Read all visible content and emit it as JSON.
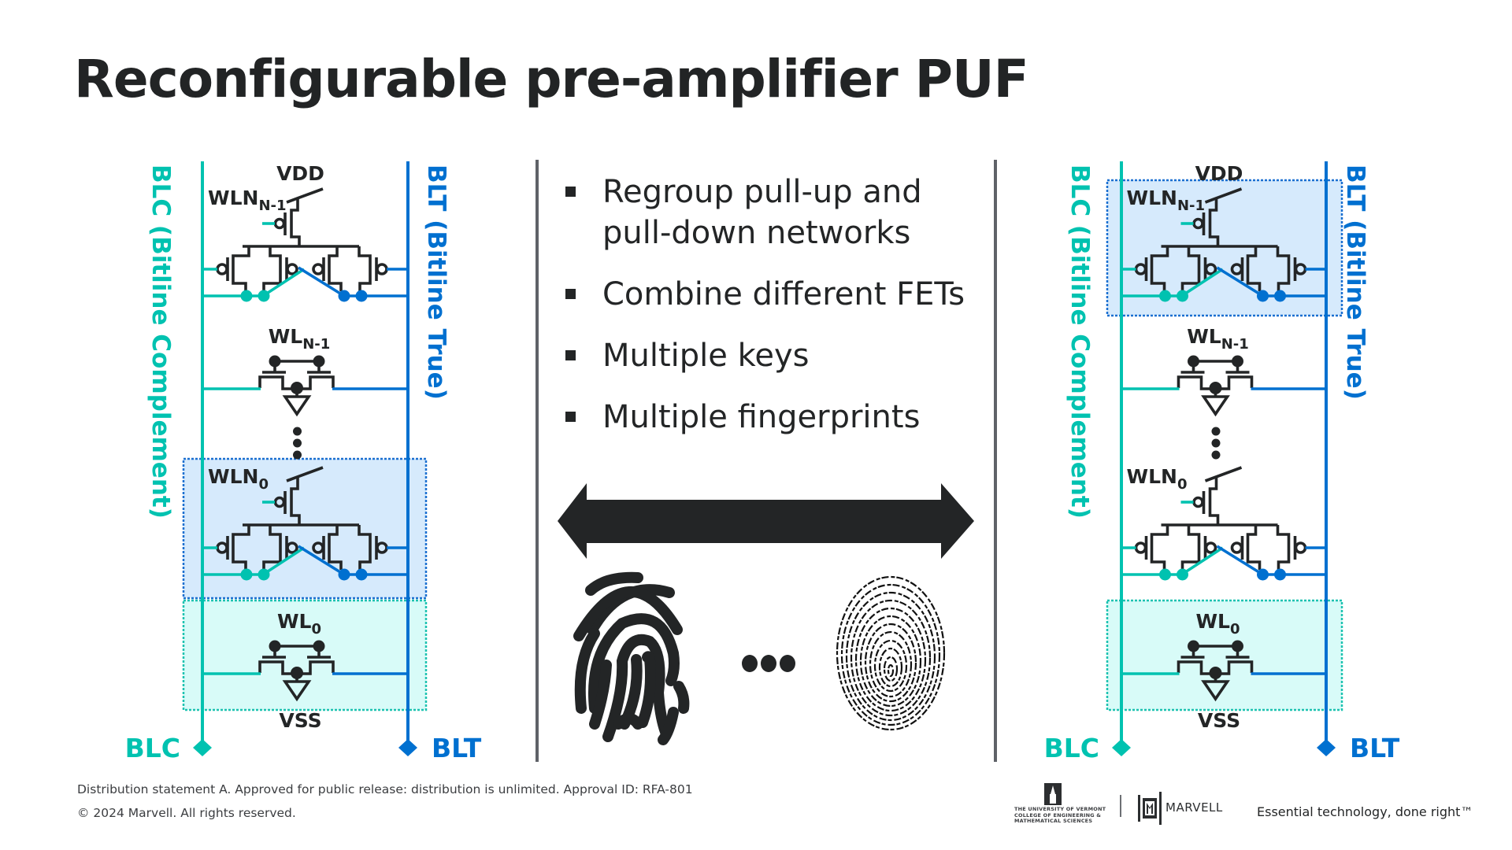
{
  "slide": {
    "title": "Reconfigurable pre-amplifier PUF"
  },
  "colors": {
    "blc": "#00c2b0",
    "blt": "#0070d0",
    "ink": "#232526",
    "highlight_pullup_fill": "#d6eafc",
    "highlight_pullup_border": "#1a6fd0",
    "highlight_pulldown_fill": "#d8fbf8",
    "highlight_pulldown_border": "#1cc2b0",
    "divider": "#5f6268"
  },
  "bullets": [
    "Regroup pull-up and pull-down networks",
    "Combine different FETs",
    "Multiple keys",
    "Multiple fingerprints"
  ],
  "bullet_lines": [
    [
      "Regroup pull-up and",
      "pull-down networks"
    ],
    [
      "Combine different FETs"
    ],
    [
      "Multiple keys"
    ],
    [
      "Multiple fingerprints"
    ]
  ],
  "diagrams": [
    {
      "id": "left",
      "blc_side_label": "BLC (Bitline Complement)",
      "blt_side_label": "BLT (Bitline True)",
      "vdd_label": "VDD",
      "vss_label": "VSS",
      "blc_terminal_label": "BLC",
      "blt_terminal_label": "BLT",
      "cells": [
        {
          "type": "pullup",
          "label": "WLN",
          "sub": "N-1",
          "highlight": false
        },
        {
          "type": "pulldown",
          "label": "WL",
          "sub": "N-1",
          "highlight": false
        },
        {
          "type": "ellipsis"
        },
        {
          "type": "pullup",
          "label": "WLN",
          "sub": "0",
          "highlight": true
        },
        {
          "type": "pulldown",
          "label": "WL",
          "sub": "0",
          "highlight": true
        }
      ]
    },
    {
      "id": "right",
      "blc_side_label": "BLC (Bitline Complement)",
      "blt_side_label": "BLT (Bitline True)",
      "vdd_label": "VDD",
      "vss_label": "VSS",
      "blc_terminal_label": "BLC",
      "blt_terminal_label": "BLT",
      "cells": [
        {
          "type": "pullup",
          "label": "WLN",
          "sub": "N-1",
          "highlight": true
        },
        {
          "type": "pulldown",
          "label": "WL",
          "sub": "N-1",
          "highlight": false
        },
        {
          "type": "ellipsis"
        },
        {
          "type": "pullup",
          "label": "WLN",
          "sub": "0",
          "highlight": false
        },
        {
          "type": "pulldown",
          "label": "WL",
          "sub": "0",
          "highlight": true
        }
      ]
    }
  ],
  "center_graphic": {
    "arrow": "double-headed-arrow",
    "left_icon": "fingerprint-icon",
    "ellipsis": "•••",
    "right_icon": "fingerprint-realistic-icon"
  },
  "footer": {
    "distribution": "Distribution statement A. Approved for public release: distribution is unlimited. Approval ID: RFA-801",
    "copyright": "© 2024 Marvell. All rights reserved.",
    "uvm_lines": [
      "THE UNIVERSITY OF VERMONT",
      "COLLEGE OF ENGINEERING &",
      "MATHEMATICAL SCIENCES"
    ],
    "marvell_name": "MARVELL",
    "tagline": "Essential technology, done right™"
  }
}
